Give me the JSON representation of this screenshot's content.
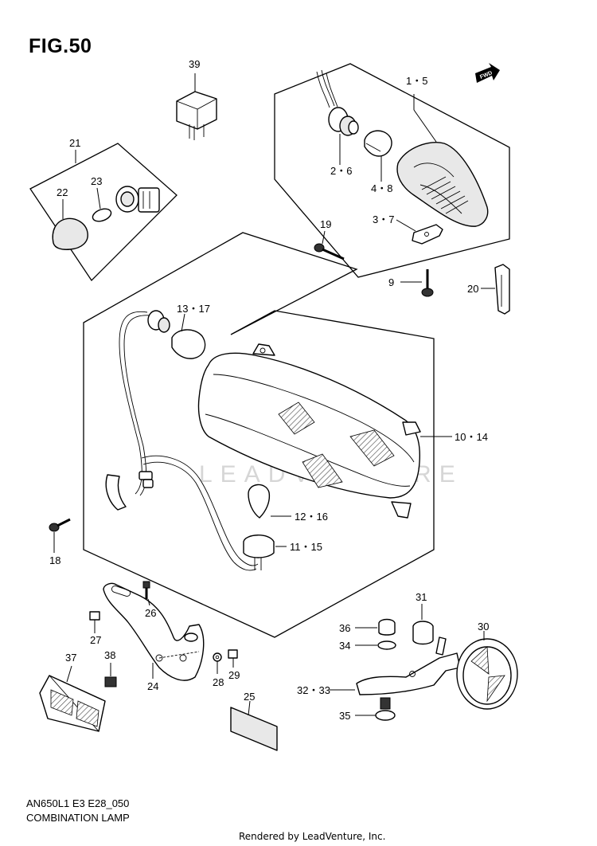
{
  "figure": {
    "title": "FIG.50",
    "model_code": "AN650L1 E3 E28_050",
    "subtitle": "COMBINATION LAMP",
    "credit": "Rendered by LeadVenture, Inc.",
    "fwd_label": "FWD",
    "watermark": "LEADVENTURE"
  },
  "callouts": {
    "c39": "39",
    "c1_5": "1・5",
    "c21": "21",
    "c22": "22",
    "c23": "23",
    "c2_6": "2・6",
    "c4_8": "4・8",
    "c3_7": "3・7",
    "c19": "19",
    "c9": "9",
    "c20": "20",
    "c13_17": "13・17",
    "c10_14": "10・14",
    "c12_16": "12・16",
    "c11_15": "11・15",
    "c18": "18",
    "c26": "26",
    "c27": "27",
    "c31": "31",
    "c30": "30",
    "c36": "36",
    "c34": "34",
    "c37": "37",
    "c38": "38",
    "c24": "24",
    "c28": "28",
    "c29": "29",
    "c32_33": "32・33",
    "c25": "25",
    "c35": "35"
  }
}
